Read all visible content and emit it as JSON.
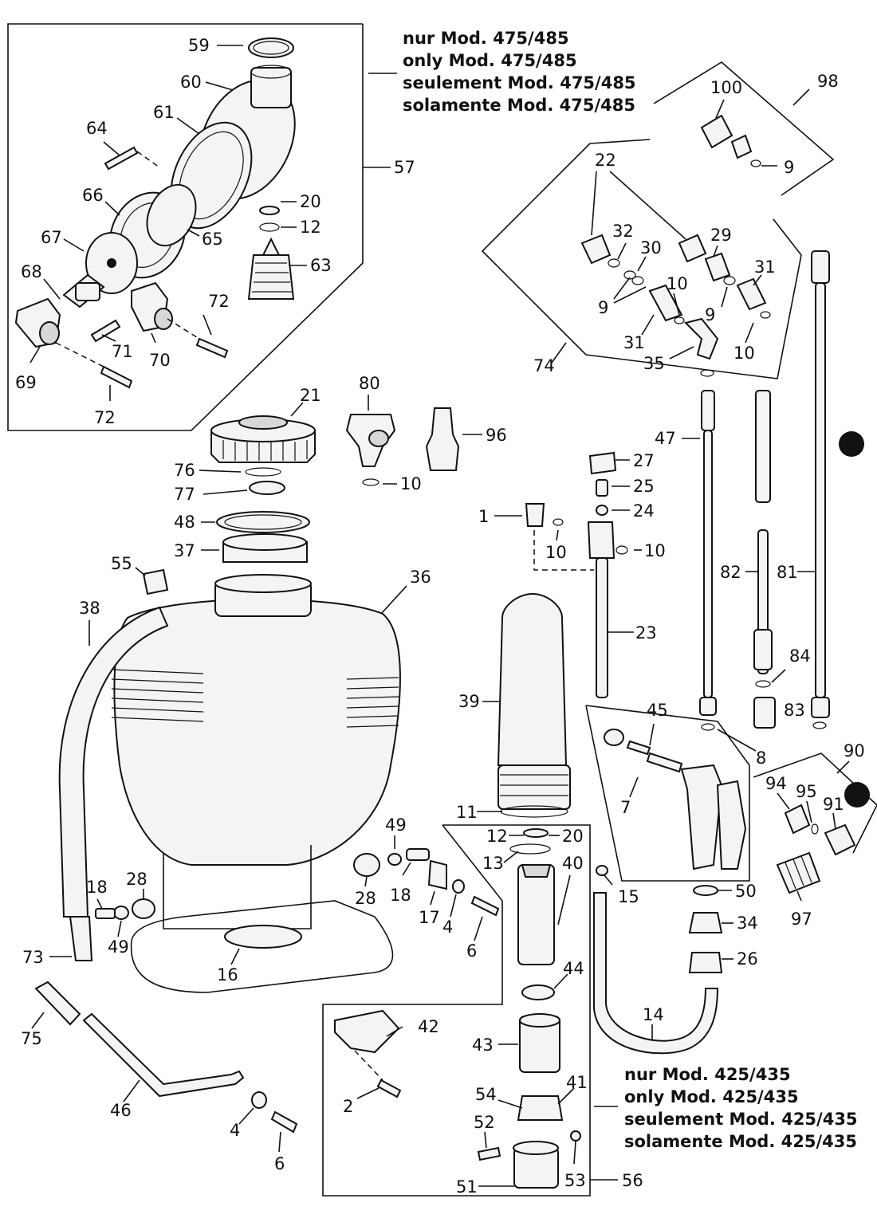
{
  "notes": {
    "mod_475": [
      "nur Mod. 475/485",
      "only Mod. 475/485",
      "seulement Mod. 475/485",
      "solamente Mod. 475/485"
    ],
    "mod_425": [
      "nur Mod. 425/435",
      "only Mod. 425/435",
      "seulement Mod. 425/435",
      "solamente Mod. 425/435"
    ]
  },
  "part_labels": {
    "p59": "59",
    "p60": "60",
    "p61": "61",
    "p64": "64",
    "p57": "57",
    "p66": "66",
    "p20a": "20",
    "p12a": "12",
    "p65": "65",
    "p67": "67",
    "p63": "63",
    "p68": "68",
    "p72a": "72",
    "p71": "71",
    "p70": "70",
    "p69": "69",
    "p72b": "72",
    "p100": "100",
    "p98": "98",
    "p9a": "9",
    "p22": "22",
    "p32": "32",
    "p29": "29",
    "p30": "30",
    "p31a": "31",
    "p10a": "10",
    "p9b": "9",
    "p9c": "9",
    "p31b": "31",
    "p35": "35",
    "p10b": "10",
    "p74": "74",
    "p21": "21",
    "p80": "80",
    "p96": "96",
    "p76": "76",
    "p77": "77",
    "p10c": "10",
    "p48": "48",
    "p37": "37",
    "p55": "55",
    "p36": "36",
    "p38": "38",
    "p27": "27",
    "p25": "25",
    "p24": "24",
    "p47": "47",
    "p1": "1",
    "p10d": "10",
    "p10e": "10",
    "p82": "82",
    "p81": "81",
    "p23": "23",
    "p84": "84",
    "p83": "83",
    "p39": "39",
    "p45": "45",
    "p8": "8",
    "p90": "90",
    "p7": "7",
    "p94": "94",
    "p95": "95",
    "p91": "91",
    "p11": "11",
    "p12b": "12",
    "p20b": "20",
    "p13": "13",
    "p40": "40",
    "p49a": "49",
    "p18a": "18",
    "p17": "17",
    "p4a": "4",
    "p6a": "6",
    "p28a": "28",
    "p28b": "28",
    "p18b": "18",
    "p49b": "49",
    "p15": "15",
    "p50": "50",
    "p34": "34",
    "p26": "26",
    "p97": "97",
    "p73": "73",
    "p16": "16",
    "p44": "44",
    "p42": "42",
    "p14": "14",
    "p75": "75",
    "p43": "43",
    "p46": "46",
    "p54": "54",
    "p41": "41",
    "p2": "2",
    "p4b": "4",
    "p52": "52",
    "p6b": "6",
    "p53": "53",
    "p51": "51",
    "p56": "56"
  }
}
